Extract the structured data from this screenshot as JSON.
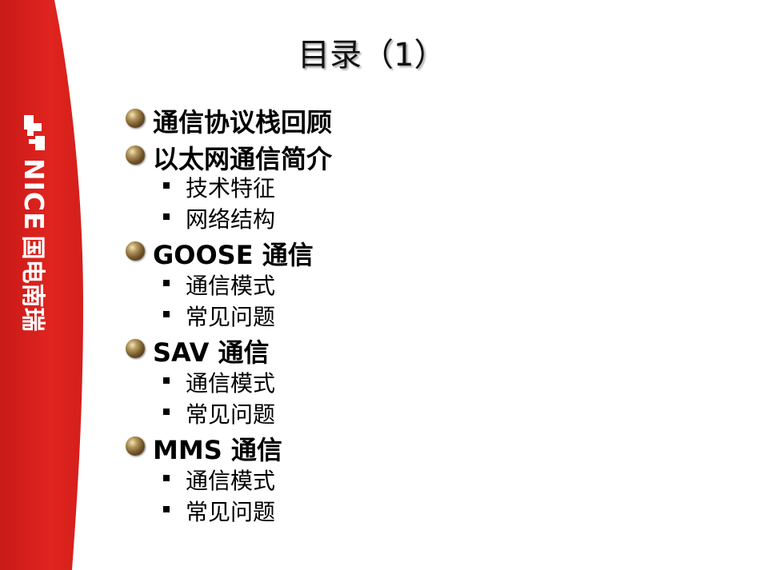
{
  "brand": {
    "name": "NICE",
    "name_cn": "国电南瑞",
    "colors": {
      "band": "#e0241f",
      "band_dark": "#c81a17",
      "text": "#ffffff"
    }
  },
  "slide": {
    "title": "目录（1）",
    "outline": [
      {
        "level": 1,
        "text": "通信协议栈回顾"
      },
      {
        "level": 1,
        "text": "以太网通信简介"
      },
      {
        "level": 2,
        "text": "技术特征"
      },
      {
        "level": 2,
        "text": "网络结构"
      },
      {
        "level": 1,
        "text": "GOOSE 通信"
      },
      {
        "level": 2,
        "text": "通信模式"
      },
      {
        "level": 2,
        "text": "常见问题"
      },
      {
        "level": 1,
        "text": "SAV 通信"
      },
      {
        "level": 2,
        "text": "通信模式"
      },
      {
        "level": 2,
        "text": "常见问题"
      },
      {
        "level": 1,
        "text": "MMS 通信"
      },
      {
        "level": 2,
        "text": "通信模式"
      },
      {
        "level": 2,
        "text": "常见问题"
      }
    ]
  }
}
